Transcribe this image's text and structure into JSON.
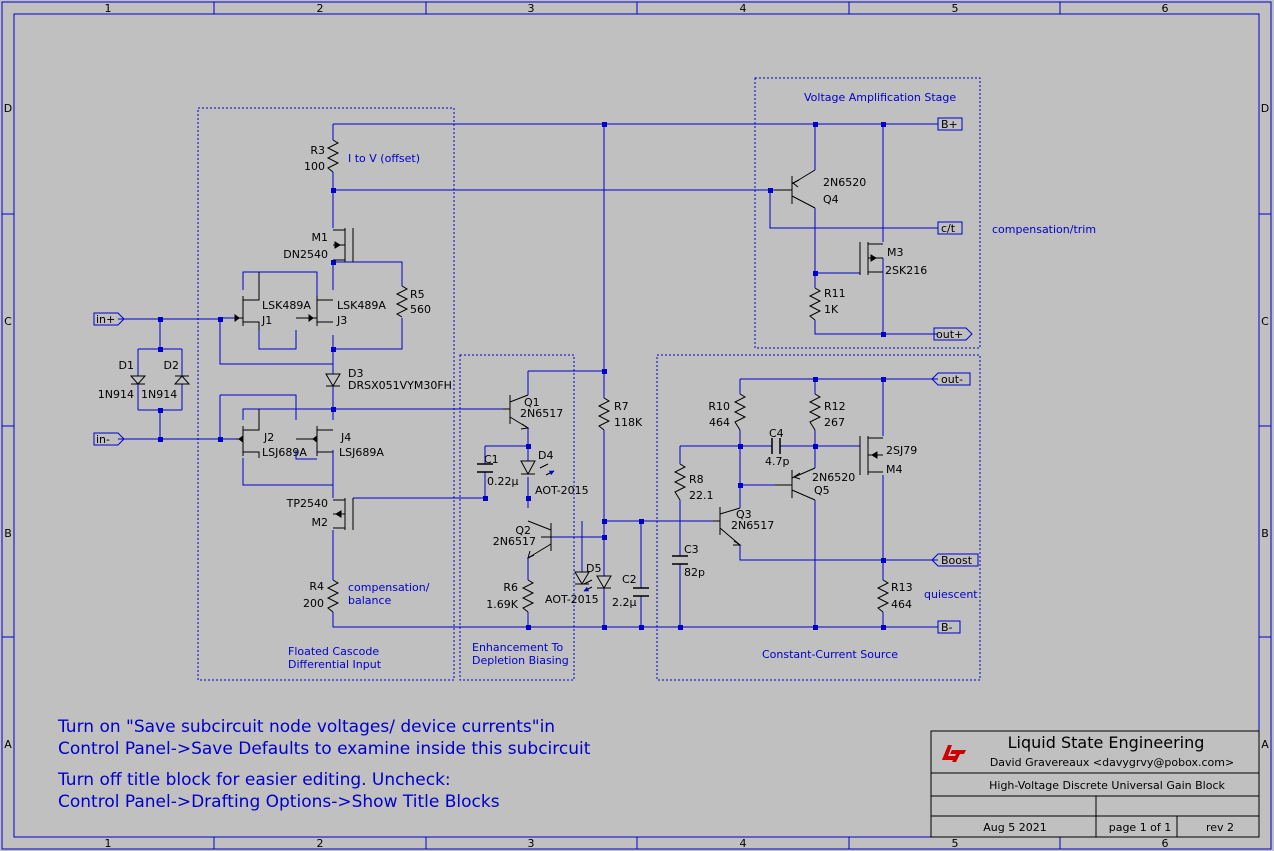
{
  "border": {
    "columns": [
      "1",
      "2",
      "3",
      "4",
      "5",
      "6"
    ],
    "rows": [
      "D",
      "C",
      "B",
      "A"
    ]
  },
  "colors": {
    "wire": "#0000cc",
    "background": "#c0c0c0",
    "logo": "#cc0000"
  },
  "ports": {
    "in_plus": "in+",
    "in_minus": "in-",
    "b_plus": "B+",
    "b_minus": "B-",
    "ct": "c/t",
    "out_plus": "out+",
    "out_minus": "out-",
    "boost": "Boost"
  },
  "notes": {
    "i_to_v": "I to V (offset)",
    "comp_trim": "compensation/trim",
    "comp_balance_1": "compensation/",
    "comp_balance_2": "balance",
    "quiescent": "quiescent",
    "vas": "Voltage Amplification Stage",
    "floated_1": "Floated Cascode",
    "floated_2": "Differential Input",
    "enh_1": "Enhancement To",
    "enh_2": "Depletion Biasing",
    "ccs": "Constant-Current Source",
    "instr_1": "Turn on \"Save subcircuit node voltages/ device currents\"in",
    "instr_2": "Control Panel->Save Defaults to examine inside this subcircuit",
    "instr_3": "Turn off title block for easier editing. Uncheck:",
    "instr_4": "Control Panel->Drafting Options->Show Title Blocks"
  },
  "components": {
    "R3": {
      "ref": "R3",
      "value": "100"
    },
    "M1": {
      "ref": "M1",
      "value": "DN2540"
    },
    "R5": {
      "ref": "R5",
      "value": "560"
    },
    "J1": {
      "ref": "J1",
      "value": "LSK489A"
    },
    "J3": {
      "ref": "J3",
      "value": "LSK489A"
    },
    "D1": {
      "ref": "D1",
      "value": "1N914"
    },
    "D2": {
      "ref": "D2",
      "value": "1N914"
    },
    "D3": {
      "ref": "D3",
      "value": "DRSX051VYM30FH"
    },
    "J2": {
      "ref": "J2",
      "value": "LSJ689A"
    },
    "J4": {
      "ref": "J4",
      "value": "LSJ689A"
    },
    "M2": {
      "ref": "M2",
      "value": "TP2540"
    },
    "R4": {
      "ref": "R4",
      "value": "200"
    },
    "Q1": {
      "ref": "Q1",
      "value": "2N6517"
    },
    "C1": {
      "ref": "C1",
      "value": "0.22µ"
    },
    "D4": {
      "ref": "D4",
      "value": "AOT-2015"
    },
    "Q2": {
      "ref": "Q2",
      "value": "2N6517"
    },
    "R6": {
      "ref": "R6",
      "value": "1.69K"
    },
    "D5": {
      "ref": "D5",
      "value": "AOT-2015"
    },
    "R7": {
      "ref": "R7",
      "value": "118K"
    },
    "C2": {
      "ref": "C2",
      "value": "2.2µ"
    },
    "Q4": {
      "ref": "Q4",
      "value": "2N6520"
    },
    "M3": {
      "ref": "M3",
      "value": "2SK216"
    },
    "R11": {
      "ref": "R11",
      "value": "1K"
    },
    "R10": {
      "ref": "R10",
      "value": "464"
    },
    "R12": {
      "ref": "R12",
      "value": "267"
    },
    "C4": {
      "ref": "C4",
      "value": "4.7p"
    },
    "M4": {
      "ref": "M4",
      "value": "2SJ79"
    },
    "Q5": {
      "ref": "Q5",
      "value": "2N6520"
    },
    "R8": {
      "ref": "R8",
      "value": "22.1"
    },
    "Q3": {
      "ref": "Q3",
      "value": "2N6517"
    },
    "C3": {
      "ref": "C3",
      "value": "82p"
    },
    "R13": {
      "ref": "R13",
      "value": "464"
    }
  },
  "title_block": {
    "company": "Liquid State Engineering",
    "author": "David Gravereaux <davygrvy@pobox.com>",
    "title": "High-Voltage Discrete Universal Gain Block",
    "date": "Aug 5 2021",
    "page": "page 1 of 1",
    "rev": "rev 2"
  }
}
